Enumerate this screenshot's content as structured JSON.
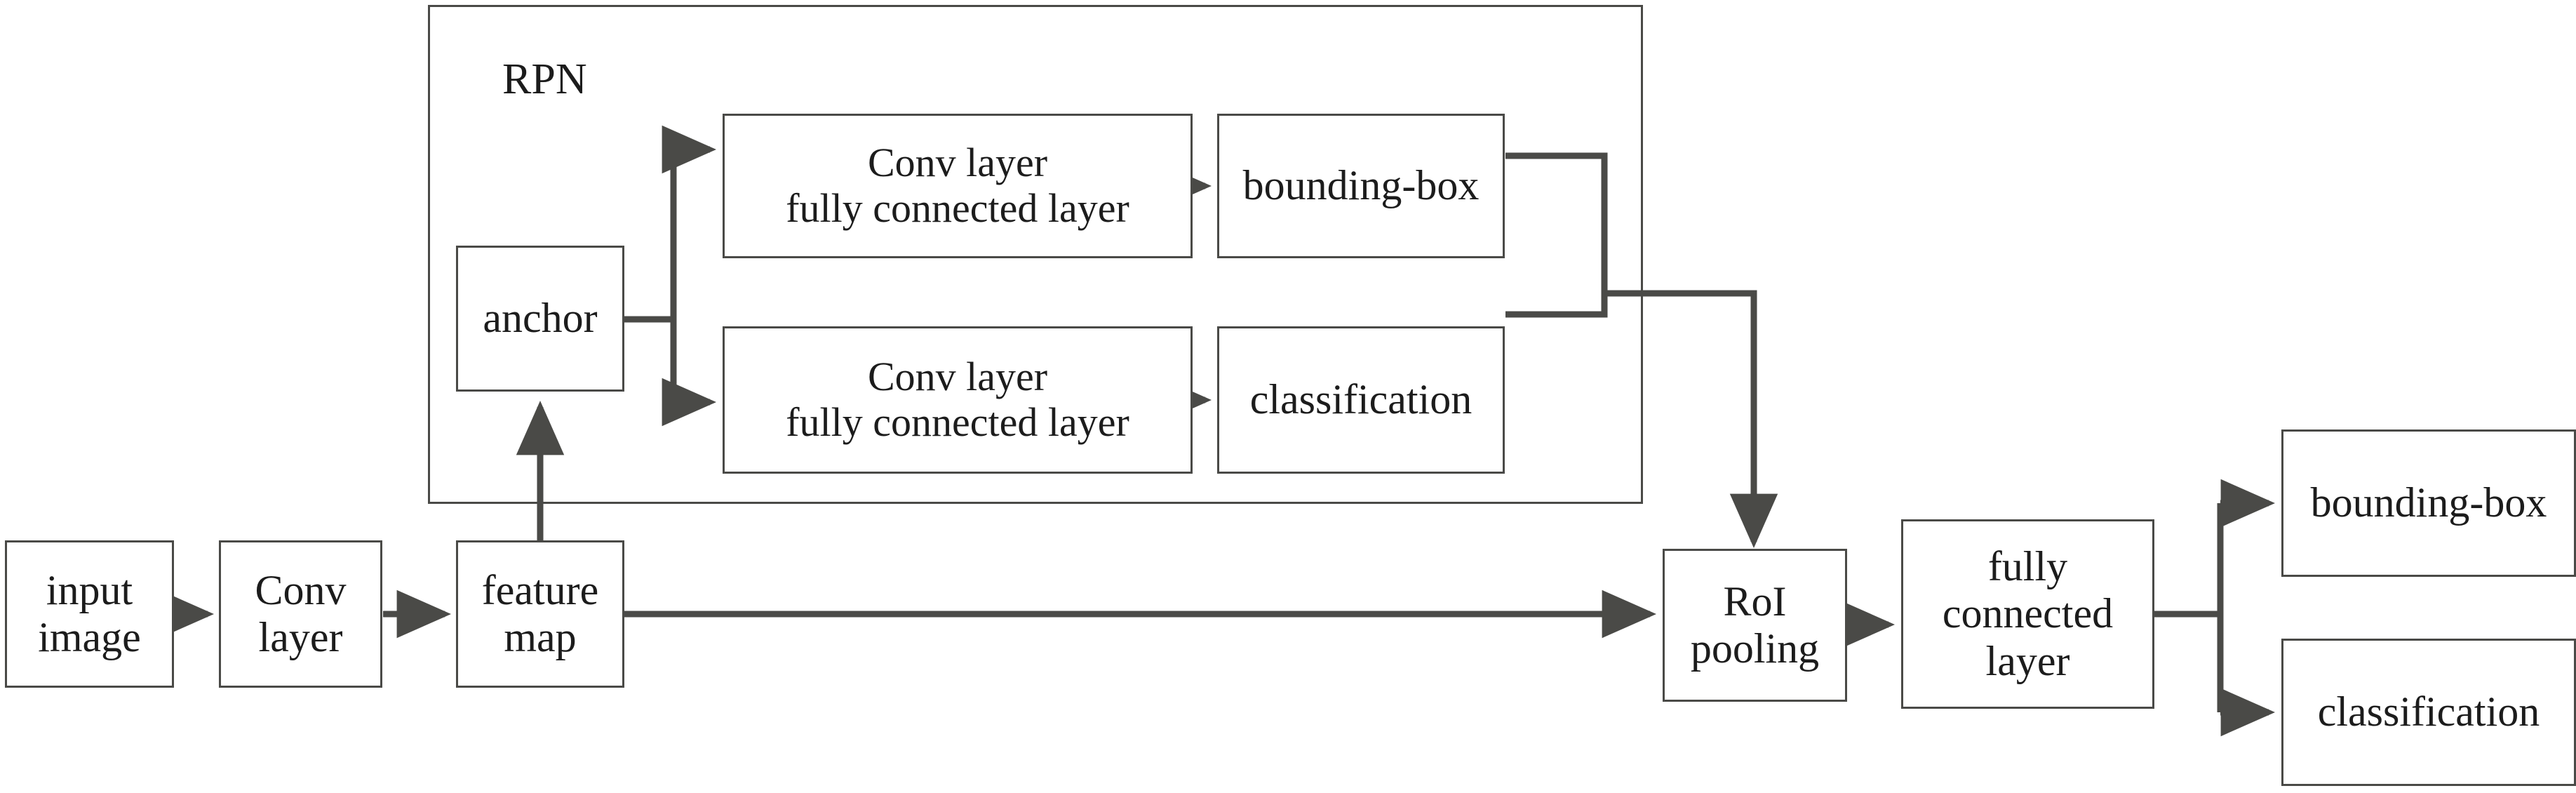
{
  "diagram": {
    "title": "Faster R-CNN architecture flowchart",
    "type": "flowchart",
    "stroke_color": "#4a4a47",
    "text_color": "#1c1c1c",
    "background_color": "#ffffff"
  },
  "groups": [
    {
      "id": "rpn",
      "label": "RPN"
    }
  ],
  "nodes": {
    "input_image": "input\nimage",
    "conv_layer": "Conv\nlayer",
    "feature_map": "feature\nmap",
    "anchor": "anchor",
    "rpn_conv_top_line1": "Conv layer",
    "rpn_conv_top_line2": "fully connected layer",
    "rpn_conv_bottom_line1": "Conv layer",
    "rpn_conv_bottom_line2": "fully connected layer",
    "rpn_bounding_box": "bounding-box",
    "rpn_classification": "classification",
    "roi_pooling": "RoI\npooling",
    "fully_connected_layer": "fully\nconnected\nlayer",
    "out_bounding_box": "bounding-box",
    "out_classification": "classification"
  },
  "edges": [
    {
      "from": "input_image",
      "to": "conv_layer"
    },
    {
      "from": "conv_layer",
      "to": "feature_map"
    },
    {
      "from": "feature_map",
      "to": "anchor"
    },
    {
      "from": "feature_map",
      "to": "roi_pooling"
    },
    {
      "from": "anchor",
      "to": "rpn_conv_top"
    },
    {
      "from": "anchor",
      "to": "rpn_conv_bottom"
    },
    {
      "from": "rpn_conv_top",
      "to": "rpn_bounding_box"
    },
    {
      "from": "rpn_conv_bottom",
      "to": "rpn_classification"
    },
    {
      "from": "rpn_bounding_box",
      "to": "roi_pooling"
    },
    {
      "from": "rpn_classification",
      "to": "roi_pooling"
    },
    {
      "from": "roi_pooling",
      "to": "fully_connected_layer"
    },
    {
      "from": "fully_connected_layer",
      "to": "out_bounding_box"
    },
    {
      "from": "fully_connected_layer",
      "to": "out_classification"
    }
  ]
}
